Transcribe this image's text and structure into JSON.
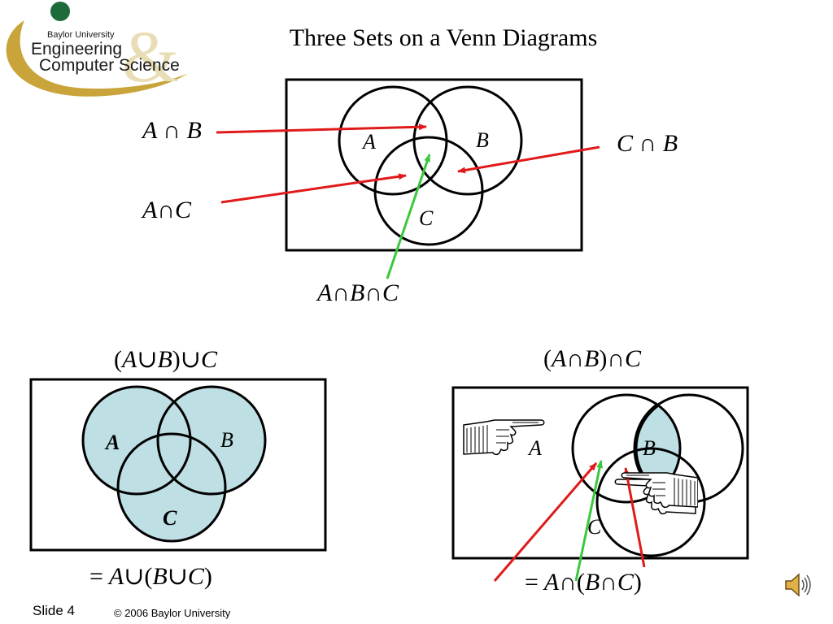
{
  "logo": {
    "university": "Baylor University",
    "line1": "Engineering",
    "line2": "Computer Science",
    "ampersand": "&",
    "seal_icon": "green-seal-icon",
    "colors": {
      "gold": "#C9A43A",
      "green": "#1E6B3A"
    }
  },
  "title": "Three Sets on a Venn Diagrams",
  "diagram_top": {
    "set_labels": {
      "a": "A",
      "b": "B",
      "c": "C"
    },
    "labels": {
      "a_and_b": {
        "l": "A",
        "op": "∩",
        "r": "B"
      },
      "c_and_b": {
        "l": "C",
        "op": "∩",
        "r": "B"
      },
      "a_and_c": {
        "l": "A",
        "op": "∩",
        "r": "C"
      },
      "abc": {
        "l": "A",
        "op1": "∩",
        "m": "B",
        "op2": "∩",
        "r": "C"
      }
    },
    "arrow_colors": {
      "red": "#E01A1A",
      "green": "#3CC83C"
    }
  },
  "diagram_union": {
    "header": {
      "p1": "(",
      "a": "A",
      "op1": "∪",
      "b": "B",
      "p2": ")",
      "op2": "∪",
      "c": "C"
    },
    "footer": {
      "eq": "=",
      "a": "A",
      "op1": "∪",
      "p1": "(",
      "b": "B",
      "op2": "∪",
      "c": "C",
      "p2": ")"
    },
    "set_labels": {
      "a": "A",
      "b": "B",
      "c": "C"
    },
    "fill_color": "#BEDFE3"
  },
  "diagram_intersection": {
    "header": {
      "p1": "(",
      "a": "A",
      "op1": "∩",
      "b": "B",
      "p2": ")",
      "op2": "∩",
      "c": "C"
    },
    "footer": {
      "eq": "=",
      "a": "A",
      "op1": "∩",
      "p1": "(",
      "b": "B",
      "op2": "∩",
      "c": "C",
      "p2": ")"
    },
    "set_labels": {
      "a": "A",
      "b": "B",
      "c": "C"
    },
    "fill_color": "#BEDFE3",
    "icons": [
      "pointing-hand-right-icon",
      "pointing-hand-left-icon"
    ]
  },
  "footer": {
    "slide": "Slide 4",
    "copyright": "© 2006 Baylor University",
    "speaker_icon": "speaker-icon"
  }
}
